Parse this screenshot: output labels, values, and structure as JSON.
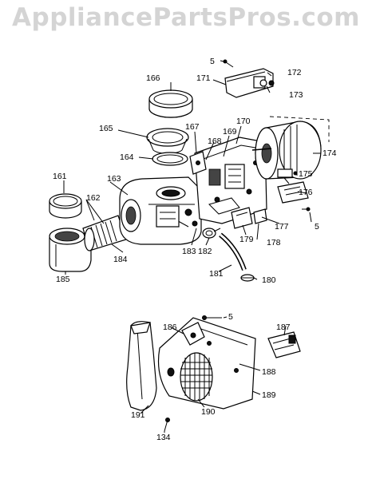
{
  "watermark": "AppliancePartsPros.com",
  "part_labels": [
    {
      "id": "p5a",
      "text": "5"
    },
    {
      "id": "p172",
      "text": "172"
    },
    {
      "id": "p171",
      "text": "171"
    },
    {
      "id": "p173",
      "text": "173"
    },
    {
      "id": "p166",
      "text": "166"
    },
    {
      "id": "p170",
      "text": "170"
    },
    {
      "id": "p167",
      "text": "167"
    },
    {
      "id": "p169",
      "text": "169"
    },
    {
      "id": "p165",
      "text": "165"
    },
    {
      "id": "p168",
      "text": "168"
    },
    {
      "id": "p174",
      "text": "174"
    },
    {
      "id": "p164",
      "text": "164"
    },
    {
      "id": "p175",
      "text": "175"
    },
    {
      "id": "p161",
      "text": "161"
    },
    {
      "id": "p163",
      "text": "163"
    },
    {
      "id": "p176",
      "text": "176"
    },
    {
      "id": "p162",
      "text": "162"
    },
    {
      "id": "p177",
      "text": "177"
    },
    {
      "id": "p5b",
      "text": "5"
    },
    {
      "id": "p179",
      "text": "179"
    },
    {
      "id": "p178",
      "text": "178"
    },
    {
      "id": "p184",
      "text": "184"
    },
    {
      "id": "p183",
      "text": "183"
    },
    {
      "id": "p182",
      "text": "182"
    },
    {
      "id": "p185",
      "text": "185"
    },
    {
      "id": "p181",
      "text": "181"
    },
    {
      "id": "p180",
      "text": "180"
    },
    {
      "id": "p5c",
      "text": "5"
    },
    {
      "id": "p186",
      "text": "186"
    },
    {
      "id": "p187",
      "text": "187"
    },
    {
      "id": "p188",
      "text": "188"
    },
    {
      "id": "p189",
      "text": "189"
    },
    {
      "id": "p190",
      "text": "190"
    },
    {
      "id": "p191",
      "text": "191"
    },
    {
      "id": "p134",
      "text": "134"
    }
  ]
}
